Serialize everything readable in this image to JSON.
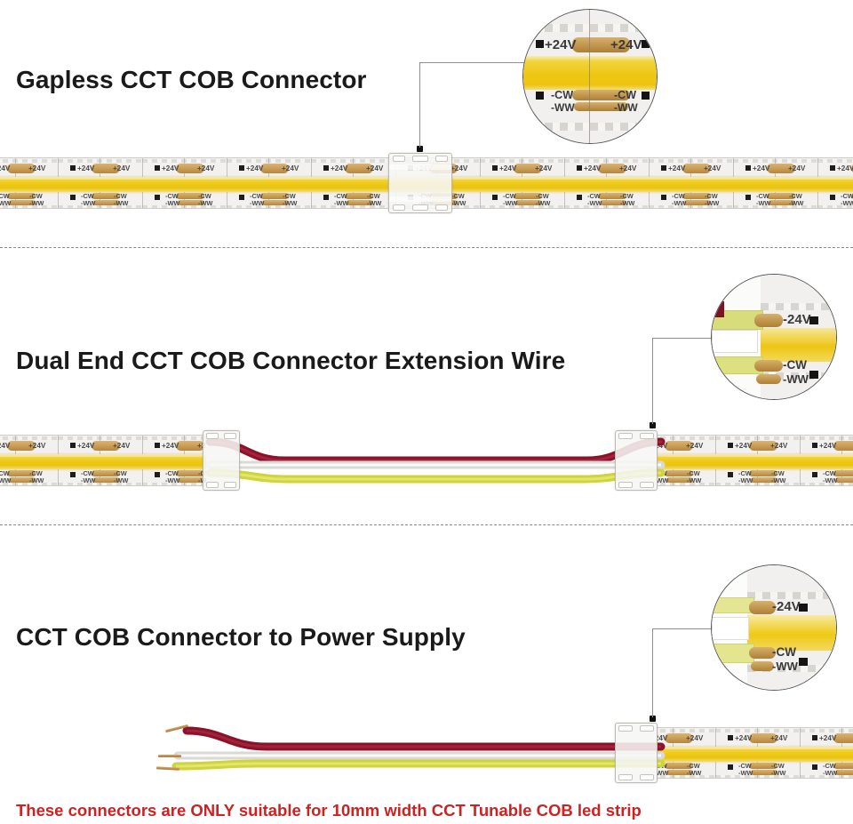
{
  "sections": [
    {
      "id": "gapless",
      "heading": "Gapless CCT COB Connector",
      "magnifier_labels": [
        "+24V",
        "+24V",
        "-CW",
        "-CW",
        "-WW",
        "-WW"
      ]
    },
    {
      "id": "dual-end",
      "heading": "Dual End CCT COB Connector Extension Wire",
      "magnifier_labels": [
        "-24V",
        "-CW",
        "-WW"
      ]
    },
    {
      "id": "power-supply",
      "heading": "CCT COB Connector to Power Supply",
      "magnifier_labels": [
        "-24V",
        "-CW",
        "-WW"
      ]
    }
  ],
  "strip": {
    "pad_labels": {
      "positive": "+24V",
      "cool_white": "-CW",
      "warm_white": "-WW"
    },
    "colors": {
      "cob_phosphor": "#f0ca16",
      "pcb_white": "#f2f1ef",
      "pad_copper": "#c49a52",
      "solder_point": "#1d1d1d"
    }
  },
  "wires": {
    "positive": {
      "label": "+24V",
      "color": "#8b1228"
    },
    "cool_white": {
      "label": "-CW",
      "color": "#e9e9e7"
    },
    "warm_white": {
      "label": "-WW",
      "color": "#d2d73a"
    }
  },
  "footer": {
    "note": "These connectors are ONLY suitable for  10mm width CCT Tunable COB led strip",
    "color": "#cc2222"
  }
}
